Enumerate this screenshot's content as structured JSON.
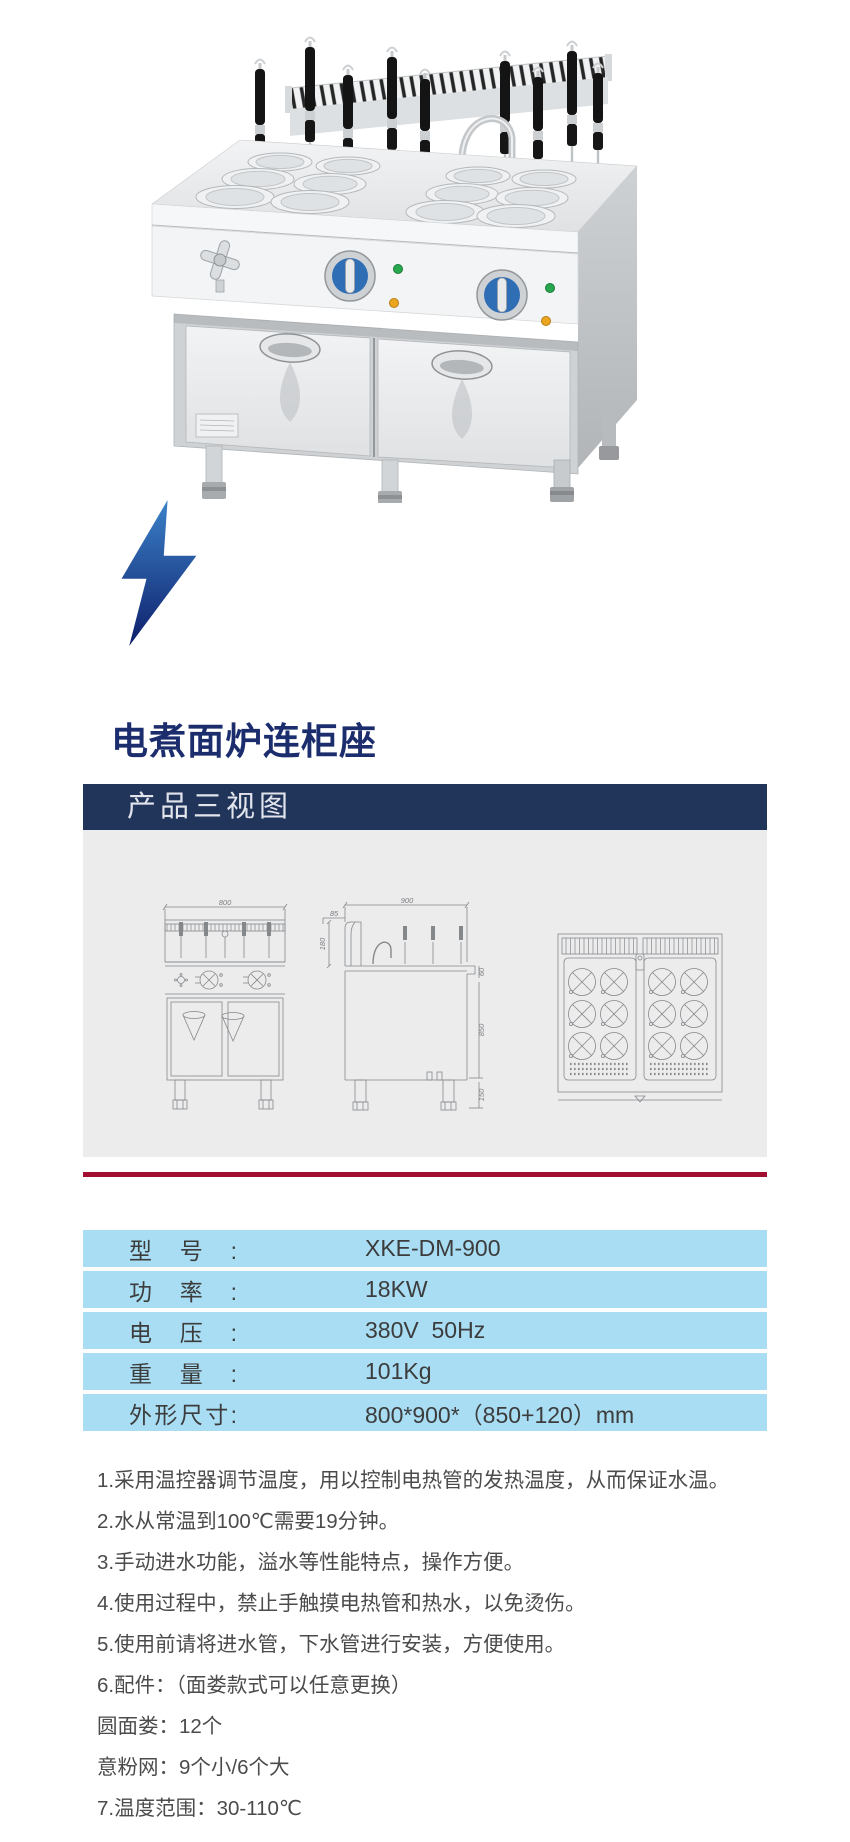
{
  "page": {
    "product_title": "电煮面炉连柜座",
    "section_header": "产品三视图"
  },
  "colors": {
    "header_navy": "#21345a",
    "title_blue": "#1c2d6e",
    "divider_red": "#a30f31",
    "table_row_blue": "#a8ddf3",
    "bolt_gradient_top": "#3b82c9",
    "bolt_gradient_bottom": "#0f1f6b"
  },
  "drawings": {
    "front_view": {
      "width_mm": "800"
    },
    "side_view": {
      "depth_mm": "900",
      "back_ledge_mm": "85",
      "splash_height_mm": "180",
      "lip_mm": "60",
      "body_height_mm": "850",
      "leg_mm": "150"
    }
  },
  "specs": {
    "rows": [
      {
        "label": "型号:",
        "value": "XKE-DM-900"
      },
      {
        "label": "功率:",
        "value": "18KW"
      },
      {
        "label": "电压:",
        "value": "380V  50Hz"
      },
      {
        "label": "重量:",
        "value": "101Kg"
      },
      {
        "label": "外形尺寸:",
        "value": "800*900*（850+120）mm"
      }
    ]
  },
  "features": {
    "items": [
      "1.采用温控器调节温度，用以控制电热管的发热温度，从而保证水温。",
      "2.水从常温到100℃需要19分钟。",
      "3.手动进水功能，溢水等性能特点，操作方便。",
      "4.使用过程中，禁止手触摸电热管和热水，以免烫伤。",
      "5.使用前请将进水管，下水管进行安装，方便使用。",
      "6.配件：（面娄款式可以任意更换）",
      "圆面娄：12个",
      "意粉网：9个小/6个大",
      "7.温度范围：30-110℃"
    ]
  }
}
